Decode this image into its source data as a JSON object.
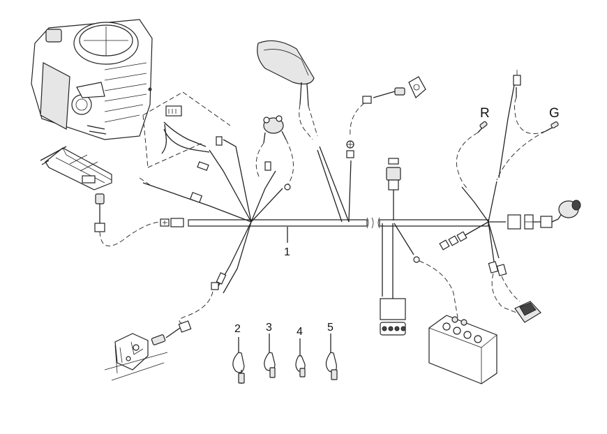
{
  "callouts": {
    "harness": "1",
    "tie_a": "2",
    "tie_b": "3",
    "tie_c": "4",
    "tie_d": "5"
  },
  "wire_tags": {
    "red": "R",
    "green": "G"
  }
}
